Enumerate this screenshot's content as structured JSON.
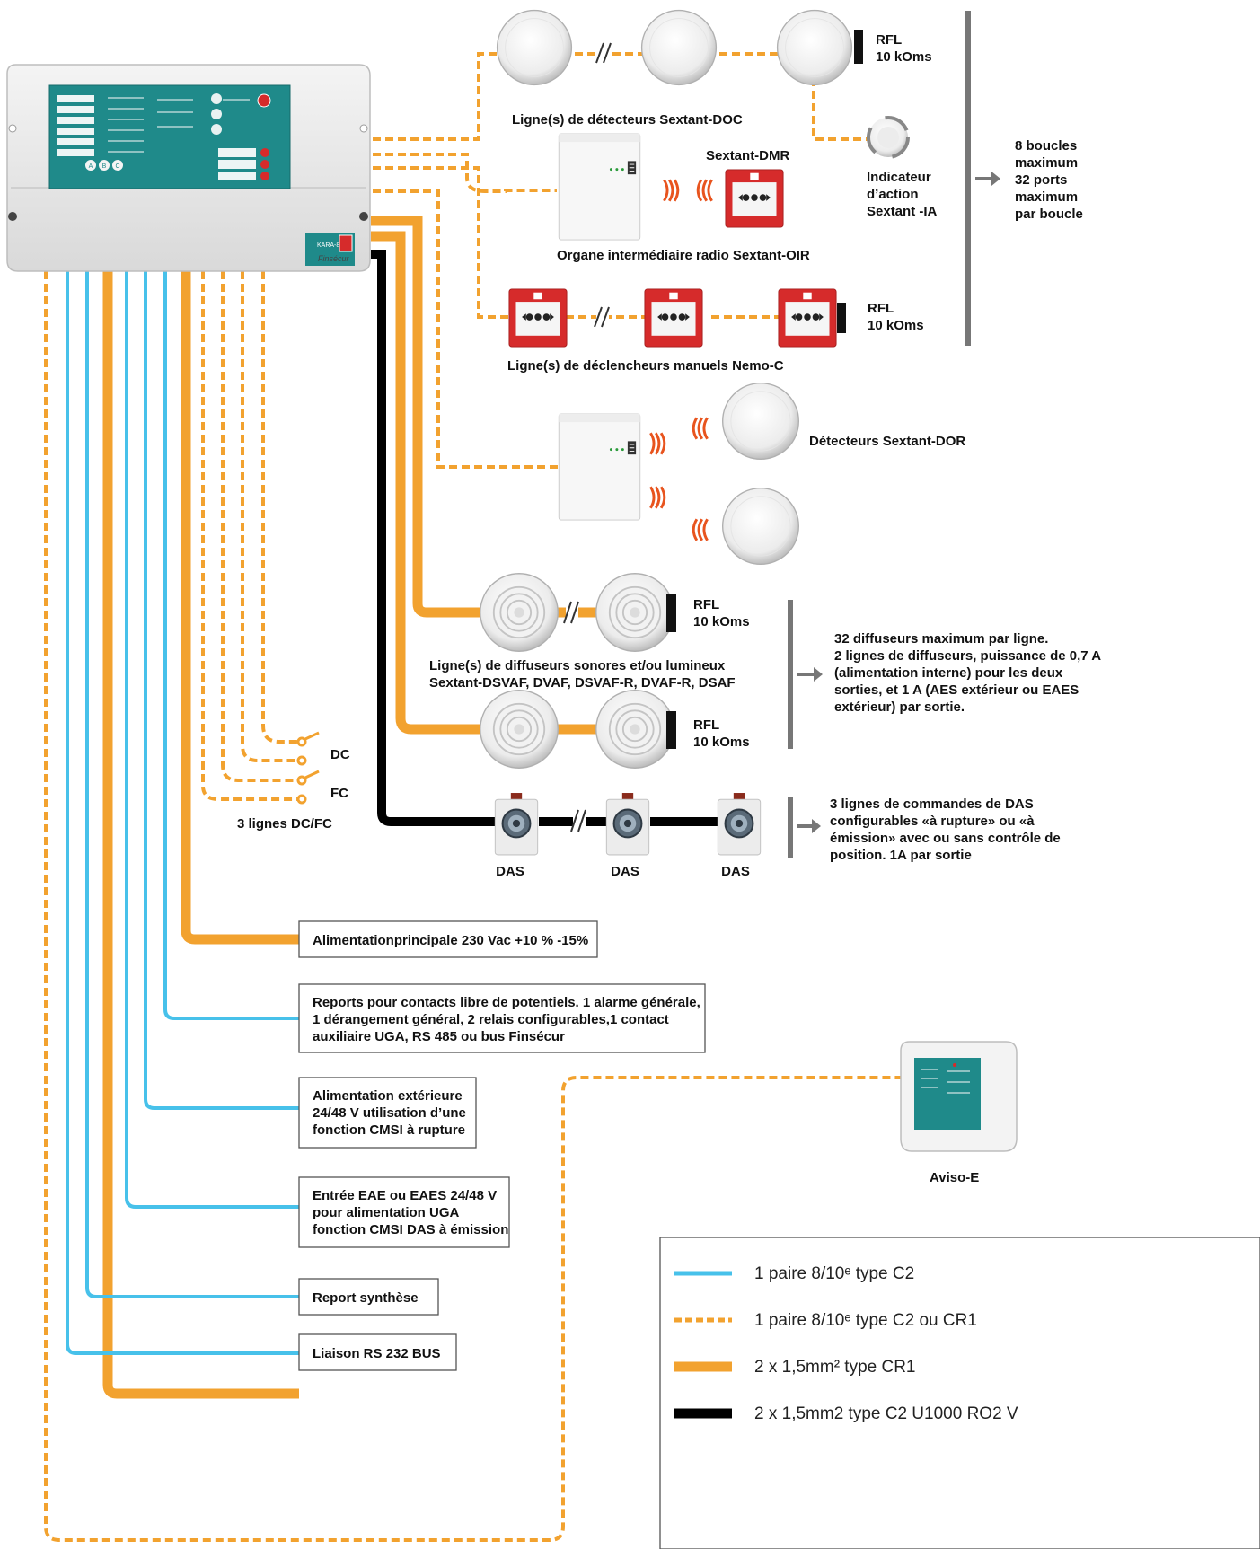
{
  "panel": {
    "name_plate": "KARA-8 UP",
    "brand": "Finsécur",
    "indicators": [
      "A",
      "B",
      "C"
    ]
  },
  "loop_devices": {
    "doc_line": "Ligne(s) de détecteurs Sextant-DOC",
    "rfl_1": "RFL",
    "rfl_1_value": "10 kOms",
    "indicator": [
      "Indicateur",
      "d’action",
      "Sextant -IA"
    ],
    "dmr": "Sextant-DMR",
    "oir": "Organe intermédiaire radio Sextant-OIR",
    "nemo_line": "Ligne(s) de déclencheurs manuels Nemo-C",
    "rfl_2": "RFL",
    "rfl_2_value": "10 kOms",
    "loop_note": [
      "8 boucles",
      "maximum",
      "32 ports",
      "maximum",
      "par boucle"
    ],
    "dor": "Détecteurs Sextant-DOR"
  },
  "sounders": {
    "line_label": [
      "Ligne(s) de diffuseurs sonores et/ou lumineux",
      "Sextant-DSVAF, DVAF, DSVAF-R, DVAF-R, DSAF"
    ],
    "rfl_3": "RFL",
    "rfl_3_value": "10 kOms",
    "rfl_4": "RFL",
    "rfl_4_value": "10 kOms",
    "note": [
      "32 diffuseurs maximum par ligne.",
      "2 lignes de diffuseurs, puissance de 0,7 A",
      "(alimentation interne) pour les deux",
      "sorties, et 1 A (AES extérieur ou EAES",
      "extérieur) par sortie."
    ]
  },
  "dc_fc": {
    "dc": "DC",
    "fc": "FC",
    "label": "3 lignes DC/FC"
  },
  "das": {
    "labels": [
      "DAS",
      "DAS",
      "DAS"
    ],
    "note": [
      "3 lignes de commandes de DAS",
      "configurables «à rupture» ou «à",
      "émission» avec ou sans contrôle de",
      "position. 1A par sortie"
    ]
  },
  "outputs": {
    "power": [
      "Alimentationprincipale 230 Vac +10 % -15%"
    ],
    "reports": [
      "Reports pour contacts libre de potentiels. 1 alarme générale,",
      "1 dérangement général, 2 relais configurables,1 contact",
      "auxiliaire UGA, RS 485 ou bus Finsécur"
    ],
    "ext_power": [
      "Alimentation extérieure",
      "24/48 V utilisation d’une",
      "fonction CMSI à rupture"
    ],
    "eae": [
      "Entrée EAE ou EAES 24/48 V",
      "pour alimentation UGA",
      "fonction CMSI DAS à émission"
    ],
    "synthesis": [
      "Report synthèse"
    ],
    "rs232": [
      "Liaison RS 232 BUS"
    ]
  },
  "aviso": {
    "label": "Aviso-E"
  },
  "legend": [
    {
      "text": "1 paire 8/10ᵉ type C2",
      "style": "blue"
    },
    {
      "text": "1 paire 8/10ᵉ type C2 ou CR1",
      "style": "orange-dashed"
    },
    {
      "text": "2 x 1,5mm² type CR1",
      "style": "orange-thick"
    },
    {
      "text": "2 x 1,5mm2 type C2 U1000 RO2 V",
      "style": "black-thick"
    }
  ],
  "colors": {
    "orange": "#f2a22f",
    "blue": "#47c1ea",
    "black": "#000000",
    "red_device": "#d62b2b",
    "panel_teal": "#1f8a8a"
  },
  "icons": [
    "smoke-detector-icon",
    "manual-call-point-icon",
    "radio-module-icon",
    "radio-wave-icon",
    "sounder-icon",
    "das-actuator-icon",
    "switch-contact-icon",
    "arrow-icon"
  ]
}
